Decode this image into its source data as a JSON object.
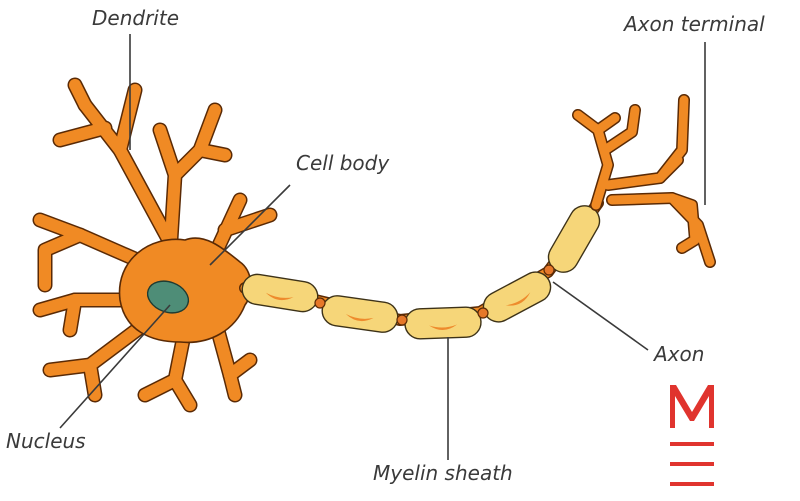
{
  "labels": {
    "dendrite": "Dendrite",
    "axon_terminal": "Axon terminal",
    "cell_body": "Cell body",
    "axon": "Axon",
    "nucleus": "Nucleus",
    "myelin_sheath": "Myelin sheath"
  },
  "colors": {
    "cell": "#f08a24",
    "outline": "#5a2a05",
    "myelin": "#f6d679",
    "nucleus": "#4e8d77",
    "logo": "#e0342e",
    "label_text": "#3a3a3a"
  },
  "icons": {
    "logo": "m-logo-icon"
  }
}
